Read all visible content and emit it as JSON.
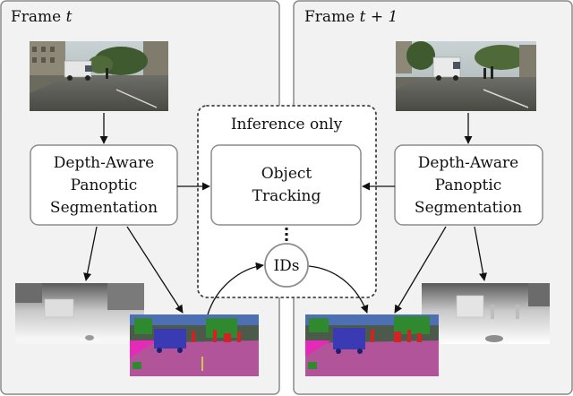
{
  "frames": {
    "left": {
      "title": "Frame ",
      "var": "t"
    },
    "right": {
      "title": "Frame ",
      "var": "t + 1"
    }
  },
  "dps_box": {
    "line1": "Depth-Aware",
    "line2": "Panoptic",
    "line3": "Segmentation"
  },
  "inference": {
    "label": "Inference only",
    "tracking_line1": "Object",
    "tracking_line2": "Tracking",
    "ids_label": "IDs"
  },
  "colors": {
    "panel_bg": "#f2f2f2",
    "panel_border": "#8a8a8a",
    "box_border": "#8c8c8c",
    "seg_road": "#b2549a",
    "seg_car": "#3a3ab4",
    "seg_person": "#d02424",
    "seg_building": "#4b5a4b",
    "seg_sky": "#4d6fb4",
    "seg_vegetation": "#2f8a2f",
    "seg_sidewalk": "#e32bb7"
  }
}
